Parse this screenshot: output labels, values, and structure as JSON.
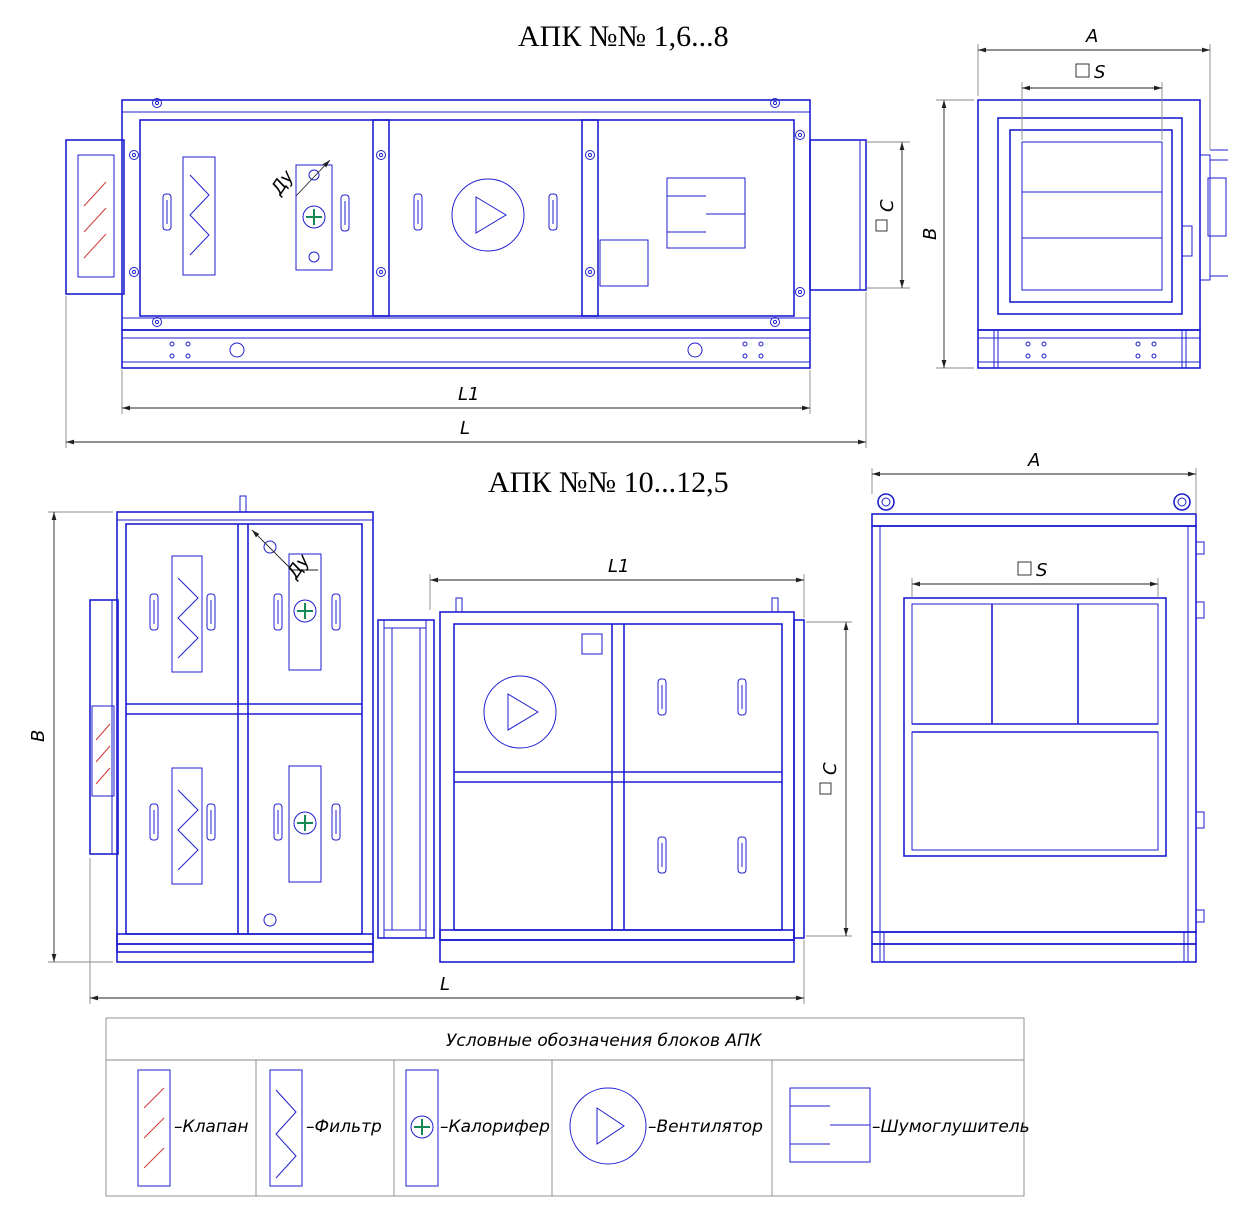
{
  "titles": {
    "top": "АПК №№ 1,6...8",
    "bottom": "АПК №№ 10...12,5"
  },
  "dimensions": {
    "A": "A",
    "S": "S",
    "B": "B",
    "C": "C",
    "L1": "L1",
    "L": "L",
    "Du": "Ду"
  },
  "legend": {
    "caption": "Условные обозначения блоков АПК",
    "items": [
      {
        "label": "–Клапан",
        "icon": "valve-icon"
      },
      {
        "label": "–Фильтр",
        "icon": "filter-icon"
      },
      {
        "label": "–Калорифер",
        "icon": "heater-icon"
      },
      {
        "label": "–Вентилятор",
        "icon": "fan-icon"
      },
      {
        "label": "–Шумоглушитель",
        "icon": "silencer-icon"
      }
    ]
  },
  "colors": {
    "outline": "#1f1fd0",
    "dimension": "#222222",
    "heater_cross": "#118a55",
    "valve_hatch": "#d23a3a"
  }
}
